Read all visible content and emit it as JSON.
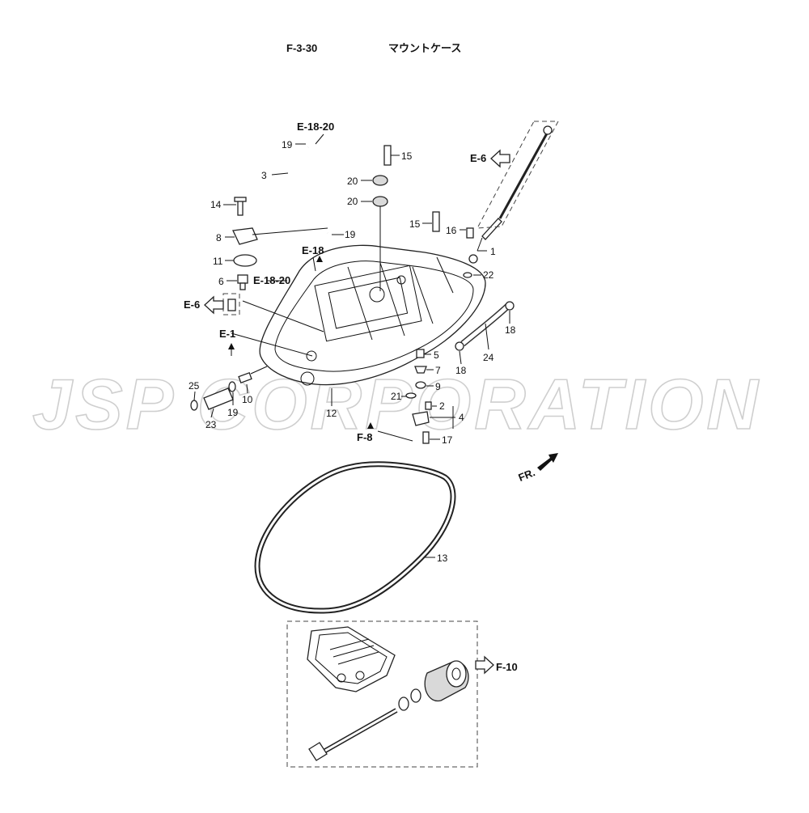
{
  "header": {
    "code": "F-3-30",
    "title": "マウントケース"
  },
  "watermark": "JSP CORPORATION",
  "direction_label": "FR.",
  "references": {
    "e18_20_top": "E-18-20",
    "e18": "E-18",
    "e18_20_mid": "E-18-20",
    "e6_left": "E-6",
    "e1": "E-1",
    "e6_right": "E-6",
    "f8": "F-8",
    "f10": "F-10"
  },
  "part_numbers": {
    "p19a": "19",
    "p3": "3",
    "p14": "14",
    "p8": "8",
    "p19b": "19",
    "p11": "11",
    "p6": "6",
    "p15a": "15",
    "p20a": "20",
    "p20b": "20",
    "p15b": "15",
    "p16": "16",
    "p1": "1",
    "p22": "22",
    "p18a": "18",
    "p24": "24",
    "p18b": "18",
    "p5": "5",
    "p7": "7",
    "p9": "9",
    "p21": "21",
    "p2": "2",
    "p4": "4",
    "p17": "17",
    "p25": "25",
    "p10": "10",
    "p12": "12",
    "p23": "23",
    "p19c": "19",
    "p13": "13"
  }
}
